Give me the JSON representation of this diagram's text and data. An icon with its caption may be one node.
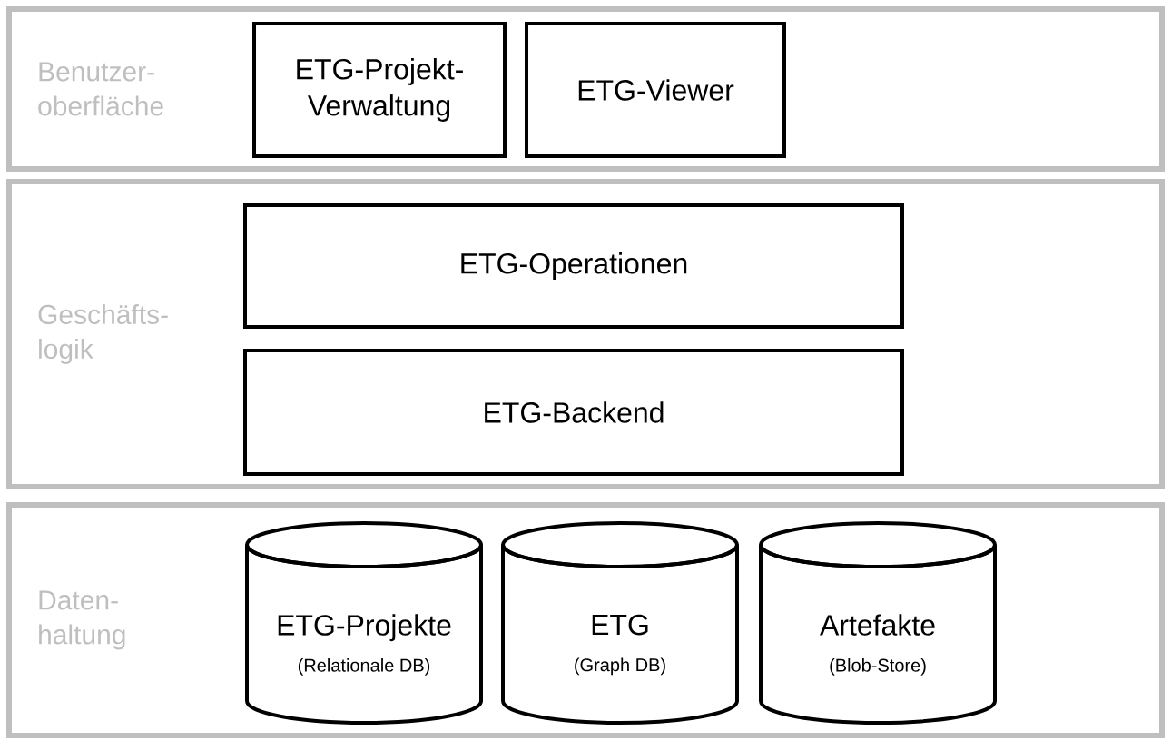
{
  "diagram": {
    "nodes": [
      {
        "text": [
          "Benutzer- oberfläche"
        ]
      },
      {
        "text": [
          "ETG-Projekt- Verwaltung"
        ],
        "in": 0
      },
      {
        "text": [
          "ETG-Viewer"
        ],
        "in": 0
      },
      {
        "text": [
          "Geschäfts- logik"
        ]
      },
      {
        "text": [
          "ETG-Operationen"
        ],
        "in": 3
      },
      {
        "text": [
          "ETG-Backend"
        ],
        "in": 3
      },
      {
        "text": [
          "Daten- haltung"
        ]
      },
      {
        "text": [
          "ETG-Projekte",
          "(Relationale DB)"
        ],
        "in": 6
      },
      {
        "text": [
          "ETG",
          "(Graph DB)"
        ],
        "in": 6
      },
      {
        "text": [
          "Artefakte",
          "(Blob-Store)"
        ],
        "in": 6
      }
    ]
  }
}
